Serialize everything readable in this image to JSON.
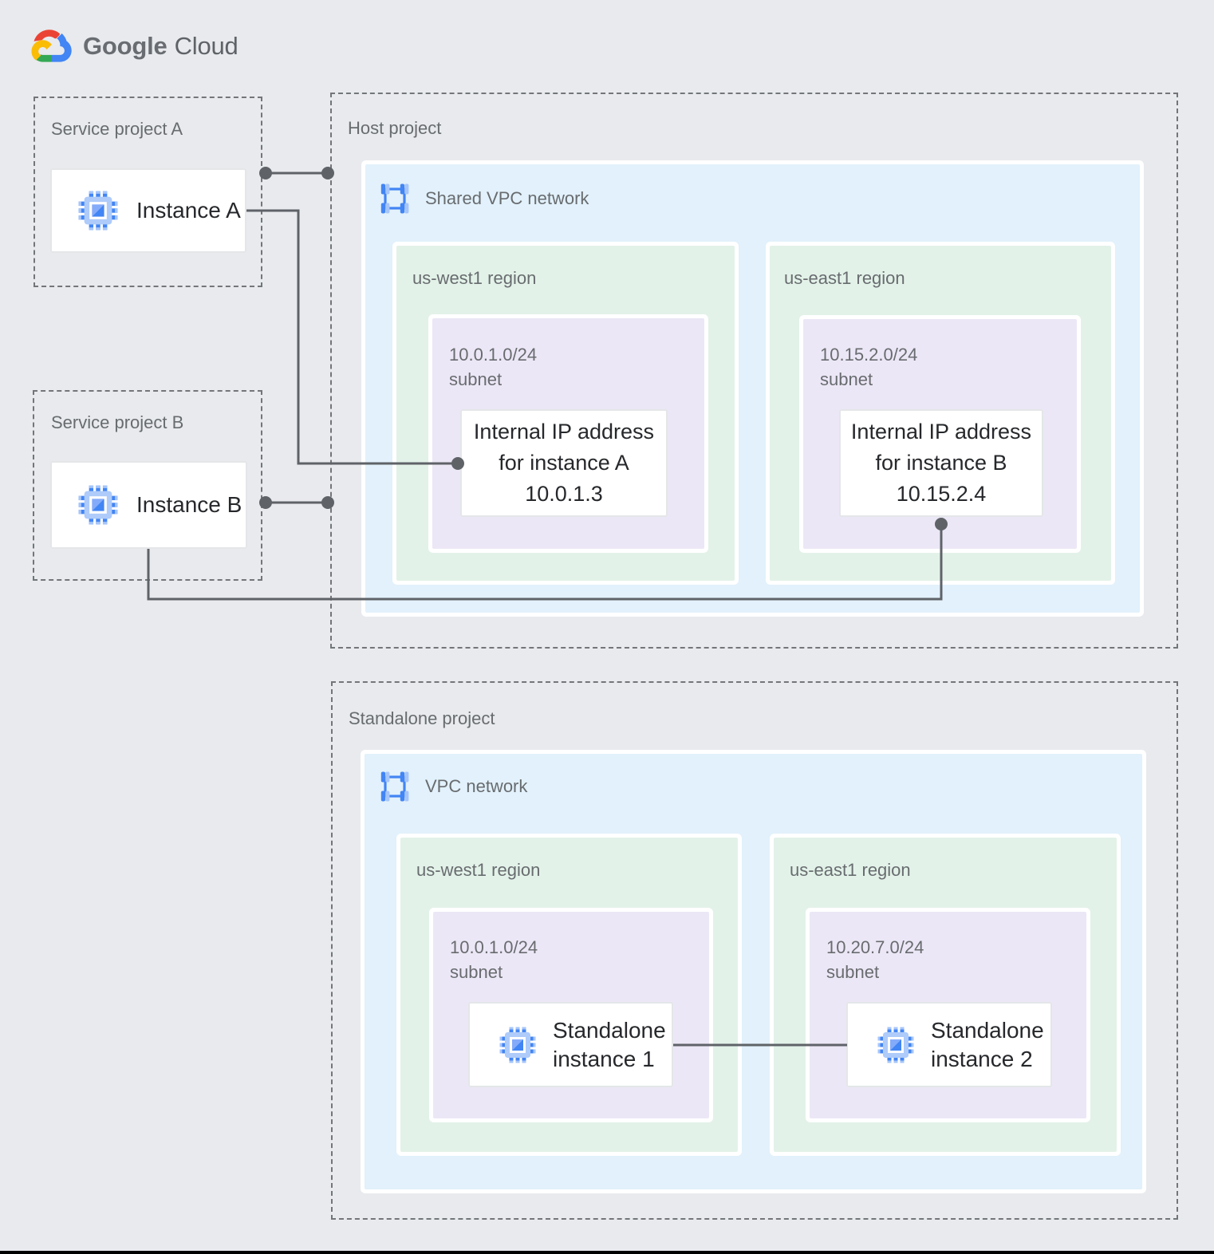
{
  "brand": {
    "name_primary": "Google",
    "name_secondary": "Cloud"
  },
  "colors": {
    "page_background": "#e8eaed",
    "vpc_box_fill": "#e2f1fb",
    "region_box_fill": "#e3f2e9",
    "subnet_box_fill": "#ece7f6",
    "connector": "#5f6368",
    "google_blue": "#4285F4",
    "google_red": "#EA4335",
    "google_yellow": "#FBBC05",
    "google_green": "#34A853"
  },
  "projects": {
    "service_a": {
      "title": "Service project A",
      "instance_label": "Instance A"
    },
    "service_b": {
      "title": "Service project B",
      "instance_label": "Instance B"
    },
    "host": {
      "title": "Host project",
      "network_label": "Shared VPC network",
      "regions": [
        {
          "title": "us-west1 region",
          "subnet_cidr": "10.0.1.0/24",
          "subnet_label": "subnet",
          "card": {
            "line1": "Internal IP address",
            "line2": "for instance A",
            "line3": "10.0.1.3"
          }
        },
        {
          "title": "us-east1 region",
          "subnet_cidr": "10.15.2.0/24",
          "subnet_label": "subnet",
          "card": {
            "line1": "Internal IP address",
            "line2": "for instance B",
            "line3": "10.15.2.4"
          }
        }
      ]
    },
    "standalone": {
      "title": "Standalone project",
      "network_label": "VPC network",
      "regions": [
        {
          "title": "us-west1 region",
          "subnet_cidr": "10.0.1.0/24",
          "subnet_label": "subnet",
          "card": {
            "line1": "Standalone",
            "line2": "instance 1"
          }
        },
        {
          "title": "us-east1 region",
          "subnet_cidr": "10.20.7.0/24",
          "subnet_label": "subnet",
          "card": {
            "line1": "Standalone",
            "line2": "instance 2"
          }
        }
      ]
    }
  }
}
